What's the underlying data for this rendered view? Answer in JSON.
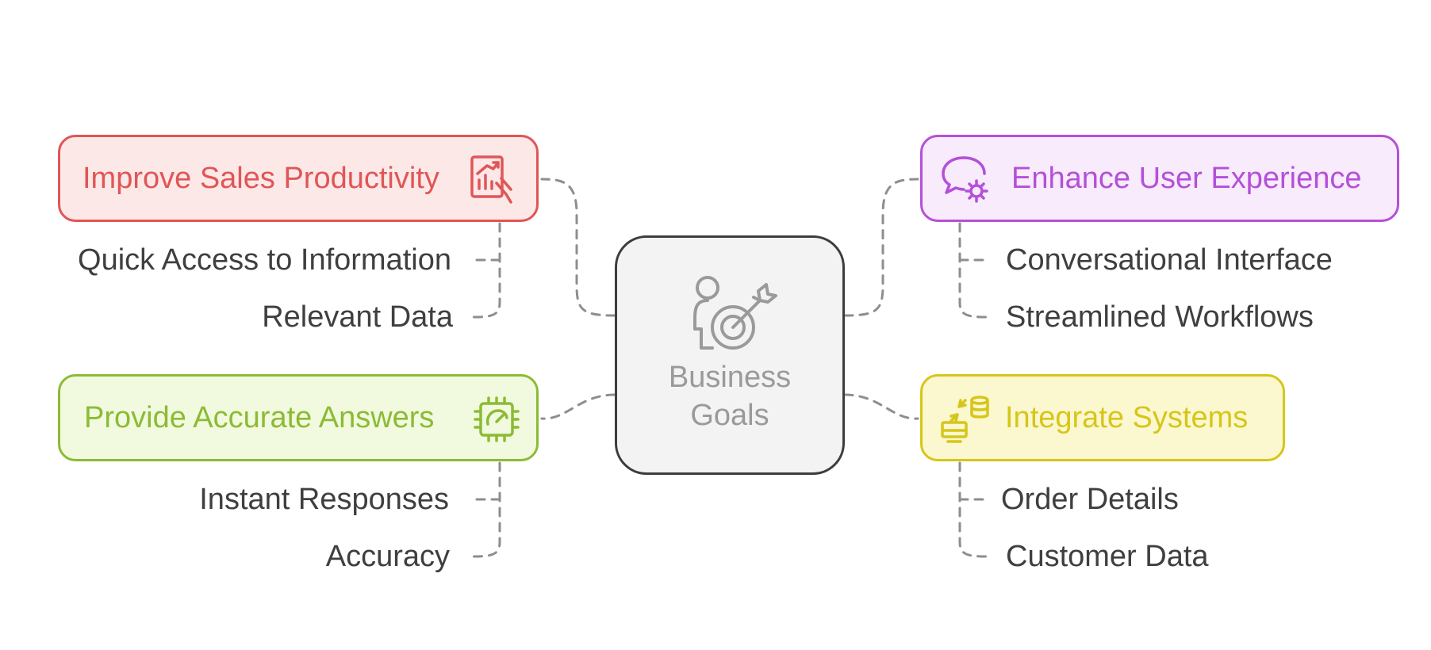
{
  "center": {
    "label": "Business\nGoals",
    "icon": "person-target-icon"
  },
  "branches": [
    {
      "id": "sales",
      "title": "Improve Sales Productivity",
      "icon": "sales-chart-hand-icon",
      "color": "#e05656",
      "fill": "#fde8e8",
      "items": [
        "Quick Access to Information",
        "Relevant Data"
      ]
    },
    {
      "id": "ux",
      "title": "Enhance User Experience",
      "icon": "chat-gear-icon",
      "color": "#b450d8",
      "fill": "#f8ebfc",
      "items": [
        "Conversational Interface",
        "Streamlined Workflows"
      ]
    },
    {
      "id": "accuracy",
      "title": "Provide Accurate Answers",
      "icon": "processor-gauge-icon",
      "color": "#8cbb34",
      "fill": "#f1fadf",
      "items": [
        "Instant Responses",
        "Accuracy"
      ]
    },
    {
      "id": "integrate",
      "title": "Integrate Systems",
      "icon": "database-sync-icon",
      "color": "#d6c61a",
      "fill": "#fbf7cf",
      "items": [
        "Order Details",
        "Customer Data"
      ]
    }
  ],
  "connector_color": "#8e8e8e",
  "text_color": "#3f3f3f"
}
